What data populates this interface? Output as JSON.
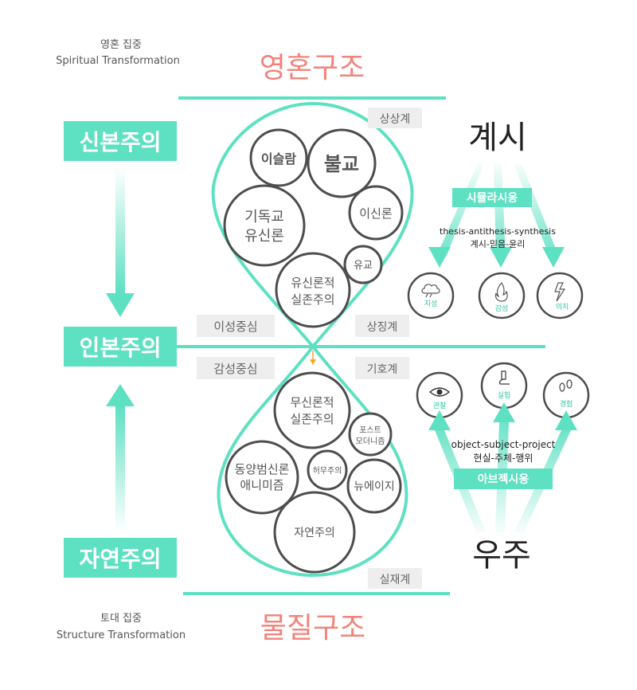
{
  "colors": {
    "accent": "#5ee0c2",
    "coral": "#f2837a",
    "tag_bg": "#eeeeee",
    "bubble_stroke": "#4d4d4d"
  },
  "top_caption": {
    "line1": "영혼 집중",
    "line2": "Spiritual Transformation"
  },
  "bottom_caption": {
    "line1": "토대 집중",
    "line2": "Structure Transformation"
  },
  "top_title": "영혼구조",
  "bottom_title": "물질구조",
  "left_boxes": {
    "top": "신본주의",
    "middle": "인본주의",
    "bottom": "자연주의"
  },
  "tags": {
    "upper_realm": "상상계",
    "symbolic": "상징계",
    "reason_center": "이성중심",
    "emotion_center": "감성중심",
    "signifier": "기호계",
    "real": "실재계"
  },
  "upper_bubbles": [
    "이슬람",
    "불교",
    "기독교",
    "유신론",
    "이신론",
    "유교",
    "유신론적",
    "실존주의"
  ],
  "lower_bubbles": [
    "무신론적",
    "실존주의",
    "포스트",
    "모더니즘",
    "동양범신론",
    "애니미즘",
    "허무주의",
    "뉴에이지",
    "자연주의"
  ],
  "revelation": {
    "title": "계시",
    "band_label": "시뮬라시옹",
    "triad": "thesis-antithesis-synthesis",
    "triad_kr": "계시-믿음-윤리",
    "circles": [
      {
        "label": "지성",
        "icon": "cloud-icon"
      },
      {
        "label": "감성",
        "icon": "flame-icon"
      },
      {
        "label": "의지",
        "icon": "lightning-icon"
      }
    ]
  },
  "universe": {
    "title": "우주",
    "band_label": "아브젝시옹",
    "triad": "object-subject-project",
    "triad_kr": "현실-주체-행위",
    "circles": [
      {
        "label": "관찰",
        "icon": "eye-icon"
      },
      {
        "label": "실험",
        "icon": "microscope-icon"
      },
      {
        "label": "경험",
        "icon": "footprints-icon"
      }
    ]
  }
}
